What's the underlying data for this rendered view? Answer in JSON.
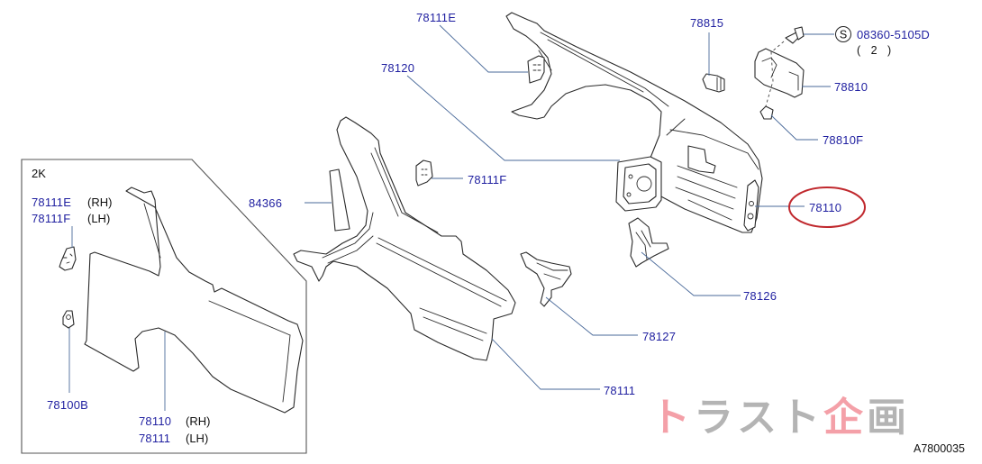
{
  "diagram": {
    "inset_title": "2K",
    "drawing_number": "A7800035",
    "watermark": {
      "chars": [
        "ト",
        "ラ",
        "ス",
        "ト",
        "企",
        "画"
      ],
      "red_color": "#f4a0a8",
      "grey_color": "#9a9a9a"
    },
    "label_color": "#1f1fa0",
    "highlight_color": "#c0282d",
    "highlighted_part": "78110",
    "callouts": {
      "p78111E": "78111E",
      "p78120": "78120",
      "p78815": "78815",
      "p08360": "08360-5105D",
      "p08360_qty": "( 2 )",
      "p08360_prefix": "S",
      "p78810": "78810",
      "p78810F": "78810F",
      "p78111F": "78111F",
      "p84366": "84366",
      "p78110": "78110",
      "p78126": "78126",
      "p78127": "78127",
      "p78111": "78111"
    },
    "inset": {
      "rows_top": [
        {
          "part": "78111E",
          "side": "(RH)"
        },
        {
          "part": "78111F",
          "side": "(LH)"
        }
      ],
      "p78100B": "78100B",
      "rows_bottom": [
        {
          "part": "78110",
          "side": "(RH)"
        },
        {
          "part": "78111",
          "side": "(LH)"
        }
      ]
    }
  }
}
